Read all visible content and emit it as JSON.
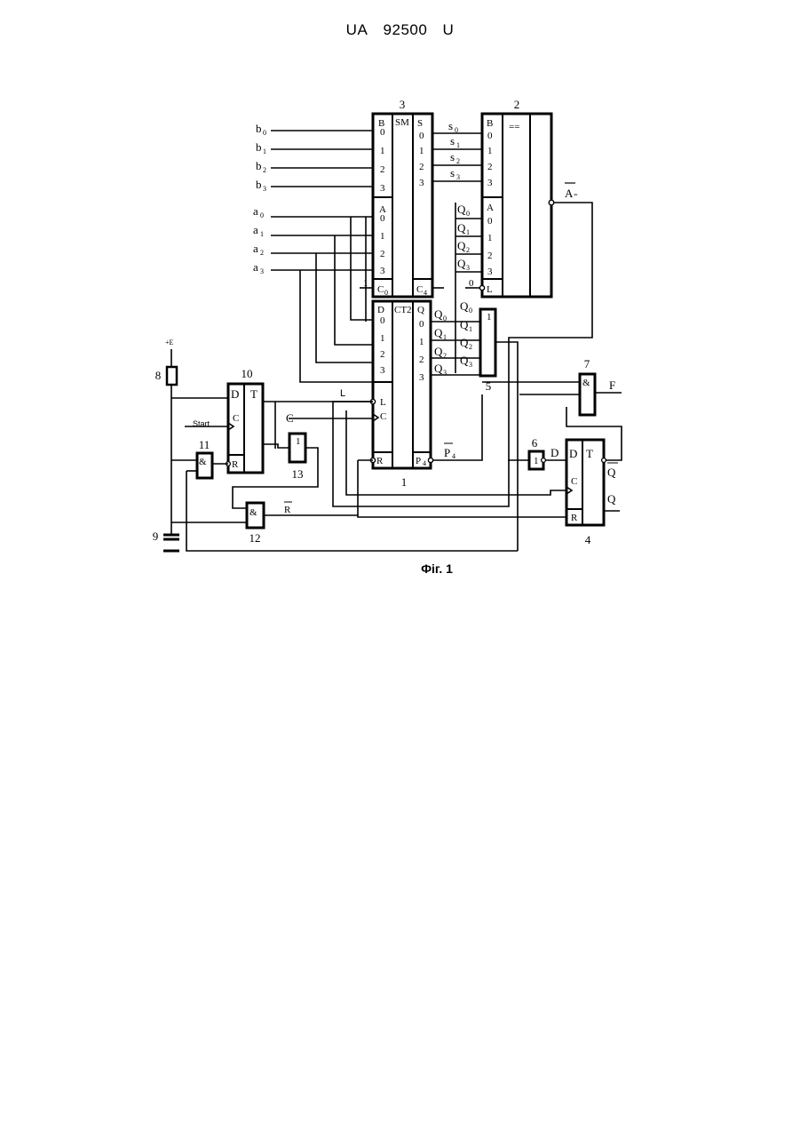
{
  "header": {
    "country": "UA",
    "number": "92500",
    "kind": "U"
  },
  "figure": {
    "caption": "Фіг. 1"
  },
  "inputs": {
    "b": [
      {
        "base": "b",
        "sub": "0"
      },
      {
        "base": "b",
        "sub": "1"
      },
      {
        "base": "b",
        "sub": "2"
      },
      {
        "base": "b",
        "sub": "3"
      }
    ],
    "a": [
      {
        "base": "a",
        "sub": "0"
      },
      {
        "base": "a",
        "sub": "1"
      },
      {
        "base": "a",
        "sub": "2"
      },
      {
        "base": "a",
        "sub": "3"
      }
    ]
  },
  "blocks": {
    "adder": {
      "number": "3",
      "func": "SM",
      "in_b": "B",
      "in_a": "A",
      "out": "S",
      "carry_in": "C",
      "carry_in_sub": "0",
      "carry_out": "C",
      "carry_out_sub": "4",
      "bits": [
        "0",
        "1",
        "2",
        "3"
      ]
    },
    "comparator": {
      "number": "2",
      "func": "==",
      "in_b": "B",
      "in_a": "A",
      "strobe": "L",
      "bits": [
        "0",
        "1",
        "2",
        "3"
      ],
      "out": "A",
      "out_sub": "="
    },
    "counter": {
      "number": "1",
      "func": "CT2",
      "in_d": "D",
      "out": "Q",
      "load": "L",
      "clock": "C",
      "reset": "R",
      "carry": "P",
      "carry_sub": "4",
      "bits": [
        "0",
        "1",
        "2",
        "3"
      ]
    },
    "or_gate": {
      "number": "5",
      "func": "1"
    },
    "and_out": {
      "number": "7",
      "func": "&"
    },
    "inverter": {
      "number": "6",
      "func": "1"
    },
    "trigger_out": {
      "number": "4",
      "d": "D",
      "t": "T",
      "c": "C",
      "r": "R"
    },
    "trigger_start": {
      "number": "10",
      "d": "D",
      "t": "T",
      "c": "C",
      "r": "R"
    },
    "and_reset": {
      "number": "11",
      "func": "&"
    },
    "and_r": {
      "number": "12",
      "func": "&"
    },
    "gate_c": {
      "number": "13",
      "func": "1"
    },
    "resistor": {
      "number": "8"
    },
    "capacitor": {
      "number": "9"
    }
  },
  "signals": {
    "s": [
      {
        "base": "s",
        "sub": "0"
      },
      {
        "base": "s",
        "sub": "1"
      },
      {
        "base": "s",
        "sub": "2"
      },
      {
        "base": "s",
        "sub": "3"
      }
    ],
    "q_in": [
      {
        "base": "Q",
        "sub": "0"
      },
      {
        "base": "Q",
        "sub": "1"
      },
      {
        "base": "Q",
        "sub": "2"
      },
      {
        "base": "Q",
        "sub": "3"
      }
    ],
    "q_out": [
      {
        "base": "Q",
        "sub": "0"
      },
      {
        "base": "Q",
        "sub": "1"
      },
      {
        "base": "Q",
        "sub": "2"
      },
      {
        "base": "Q",
        "sub": "3"
      }
    ],
    "q_or": [
      {
        "base": "Q",
        "sub": "0"
      },
      {
        "base": "Q",
        "sub": "1"
      },
      {
        "base": "Q",
        "sub": "2"
      },
      {
        "base": "Q",
        "sub": "3"
      }
    ],
    "zero": "0",
    "one": "1",
    "L": "L",
    "C": "C",
    "F": "F",
    "D": "D",
    "R_bar": "R",
    "P4": "P",
    "P4_sub": "4",
    "Q_bar": "Q",
    "Q_star": "Q",
    "start": "Start",
    "power": "+E"
  }
}
